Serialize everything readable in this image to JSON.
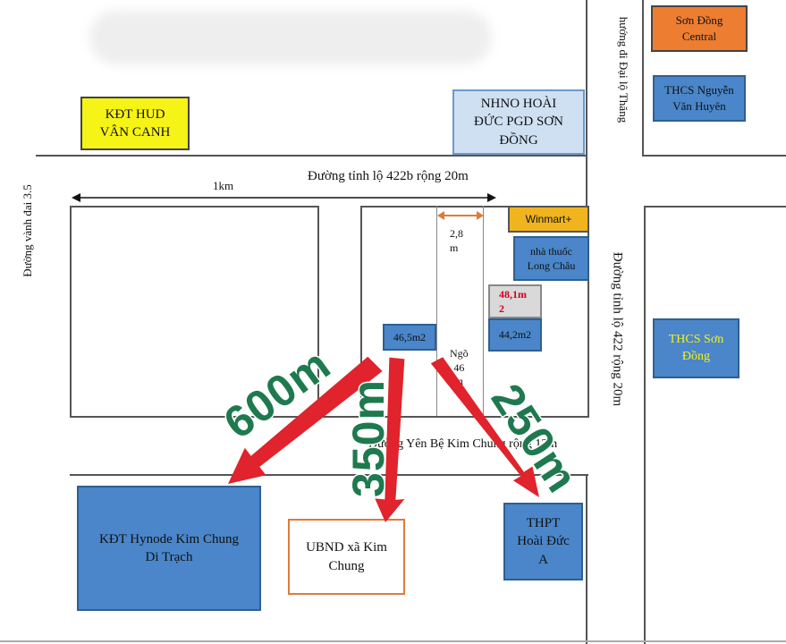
{
  "labels": {
    "kdt_hud": "KĐT HUD\nVÂN CANH",
    "nhno": "NHNO HOÀI\nĐỨC PGD SƠN\nĐỒNG",
    "son_dong_central": "Sơn Đồng\nCentral",
    "thcs_nguyen": "THCS Nguyễn\nVăn Huyên",
    "huong_di": "hướng đi Đại lộ Thăng",
    "vanh_dai": "Đường vành đai 3.5",
    "tinh_lo_422b": "Đường tỉnh lộ 422b rộng 20m",
    "one_km": "1km",
    "width_28": "2,8\nm",
    "winmart": "Winmart+",
    "long_chau": "nhà thuốc\nLong Châu",
    "tinh_lo_422": "Đường tỉnh lộ 422 rộng 20m",
    "thcs_son_dong": "THCS Sơn\nĐồng",
    "lot_481": "48,1m\n2",
    "lot_442": "44,2m2",
    "lot_465": "46,5m2",
    "ngo": "Ngõ\n46\nm",
    "yen_be": "Đường Yên Bệ Kim Chung rộng 12m",
    "kdt_hynode": "KĐT Hynode Kim Chung\nDi Trạch",
    "ubnd": "UBND xã Kim\nChung",
    "thpt": "THPT\nHoài Đức\nA"
  },
  "distances": {
    "d600": "600m",
    "d350": "350m",
    "d250": "250m"
  },
  "colors": {
    "blue_box": "#4a86c9",
    "yellow_box": "#f6f316",
    "orange_box": "#ed7d31",
    "winmart_box": "#f0b51e",
    "arrow_red": "#e0232c",
    "distance_green": "#1e7a4e",
    "lot_red_text": "#d0021b",
    "thcs_son_dong_text": "#f6f316"
  }
}
